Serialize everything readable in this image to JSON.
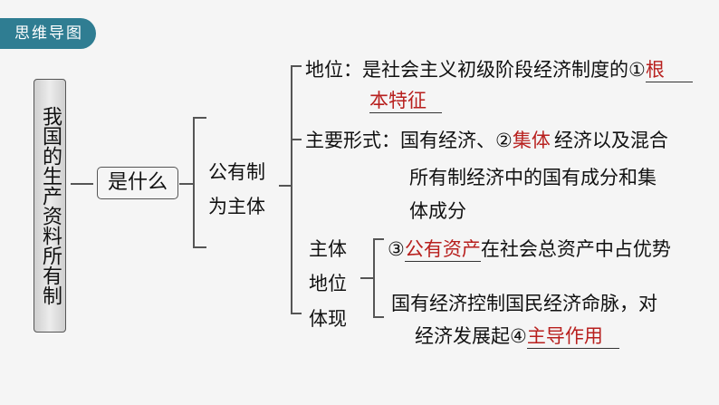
{
  "badge": "思维导图",
  "root": "我国的生产资料所有制",
  "node1": "是什么",
  "node2": {
    "l1": "公有制",
    "l2": "为主体"
  },
  "branch_status": {
    "prefix": "地位：是社会主义初级阶段经济制度的①",
    "answer_a": "根",
    "answer_b": "本特征"
  },
  "branch_forms": {
    "prefix": "主要形式：国有经济、②",
    "answer": "集体",
    "suffix": "经济以及混合",
    "l2": "所有制经济中的国有成分和集",
    "l3": "体成分"
  },
  "branch_embody": {
    "l1": "主体",
    "l2": "地位",
    "l3": "体现",
    "item3": {
      "num": "③",
      "answer": "公有资产",
      "suffix": "在社会总资产中占优势"
    },
    "item4": {
      "l1": "国有经济控制国民经济命脉，对",
      "prefix": "经济发展起④",
      "answer": "主导作用"
    }
  },
  "colors": {
    "badge": "#2f7d92",
    "answer": "#b8201e"
  }
}
